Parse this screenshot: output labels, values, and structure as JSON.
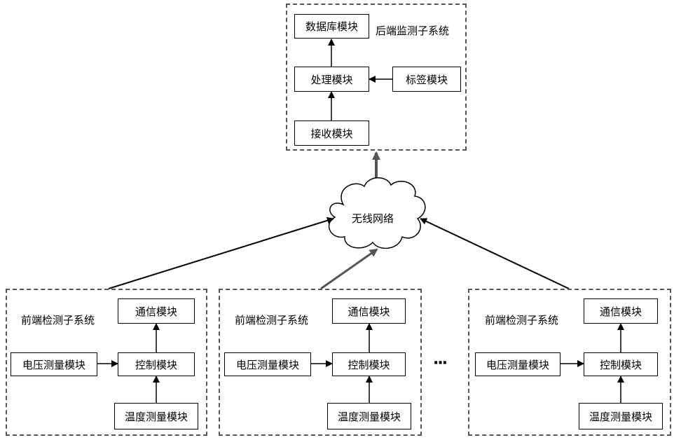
{
  "backend": {
    "title": "后端监测子系统",
    "database": "数据库模块",
    "process": "处理模块",
    "tag": "标签模块",
    "receive": "接收模块"
  },
  "network": "无线网络",
  "frontends": [
    {
      "title": "前端检测子系统",
      "comm": "通信模块",
      "voltage": "电压测量模块",
      "control": "控制模块",
      "temperature": "温度测量模块"
    },
    {
      "title": "前端检测子系统",
      "comm": "通信模块",
      "voltage": "电压测量模块",
      "control": "控制模块",
      "temperature": "温度测量模块"
    },
    {
      "title": "前端检测子系统",
      "comm": "通信模块",
      "voltage": "电压测量模块",
      "control": "控制模块",
      "temperature": "温度测量模块"
    }
  ],
  "ellipsis": "···"
}
